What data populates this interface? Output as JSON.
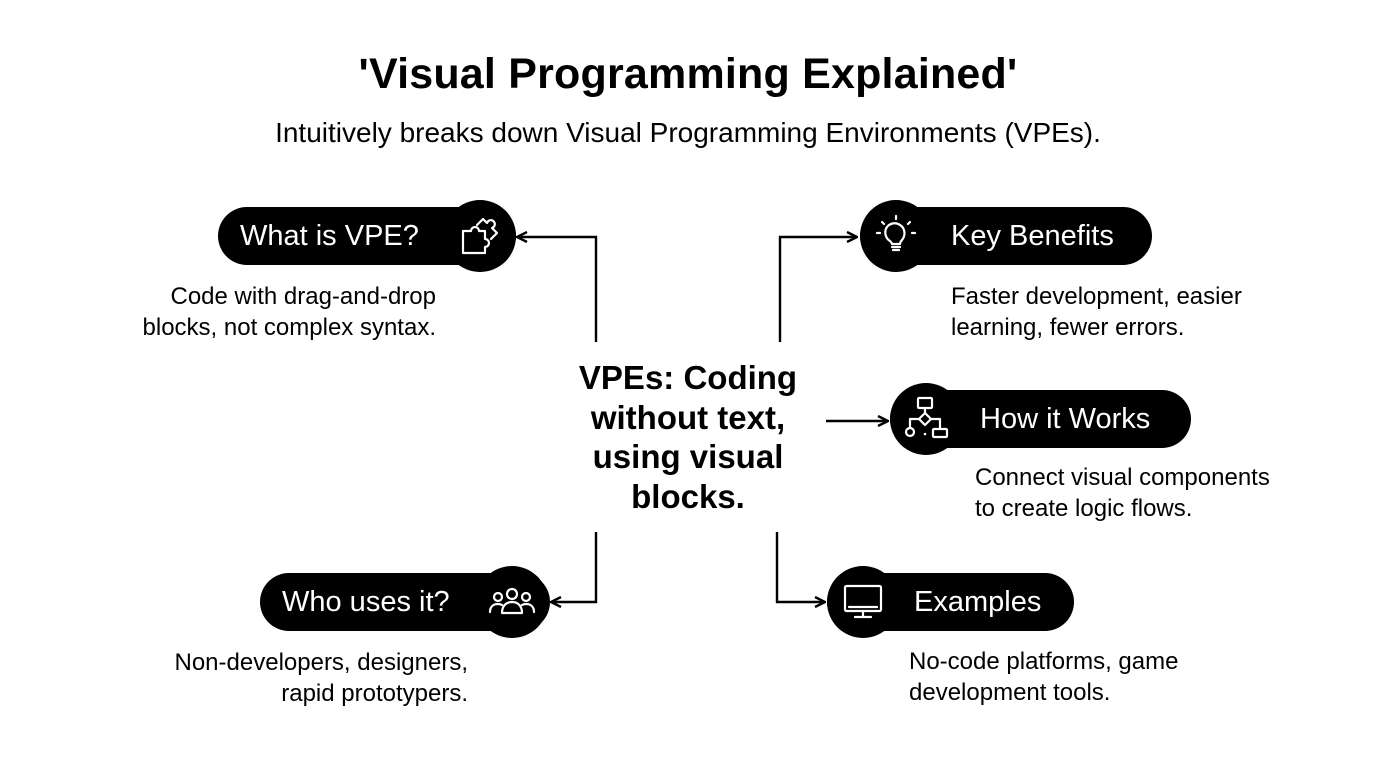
{
  "title": "'Visual Programming Explained'",
  "subtitle": "Intuitively breaks down Visual Programming Environments (VPEs).",
  "center": {
    "lines": [
      "VPEs: Coding",
      "without text,",
      "using visual",
      "blocks."
    ]
  },
  "nodes": {
    "what_is": {
      "label": "What is VPE?",
      "icon": "puzzle-icon",
      "desc": [
        "Code with drag-and-drop",
        "blocks, not complex syntax."
      ]
    },
    "benefits": {
      "label": "Key Benefits",
      "icon": "lightbulb-icon",
      "desc": [
        "Faster development, easier",
        "learning, fewer errors."
      ]
    },
    "how": {
      "label": "How it Works",
      "icon": "flowchart-icon",
      "desc": [
        "Connect visual components",
        "to create logic flows."
      ]
    },
    "who": {
      "label": "Who uses it?",
      "icon": "users-icon",
      "desc": [
        "Non-developers, designers,",
        "rapid prototypers."
      ]
    },
    "examples": {
      "label": "Examples",
      "icon": "monitor-icon",
      "desc": [
        "No-code platforms, game",
        "development tools."
      ]
    }
  },
  "colors": {
    "background": "#ffffff",
    "pill": "#000000",
    "pill_text": "#ffffff",
    "text": "#000000"
  }
}
